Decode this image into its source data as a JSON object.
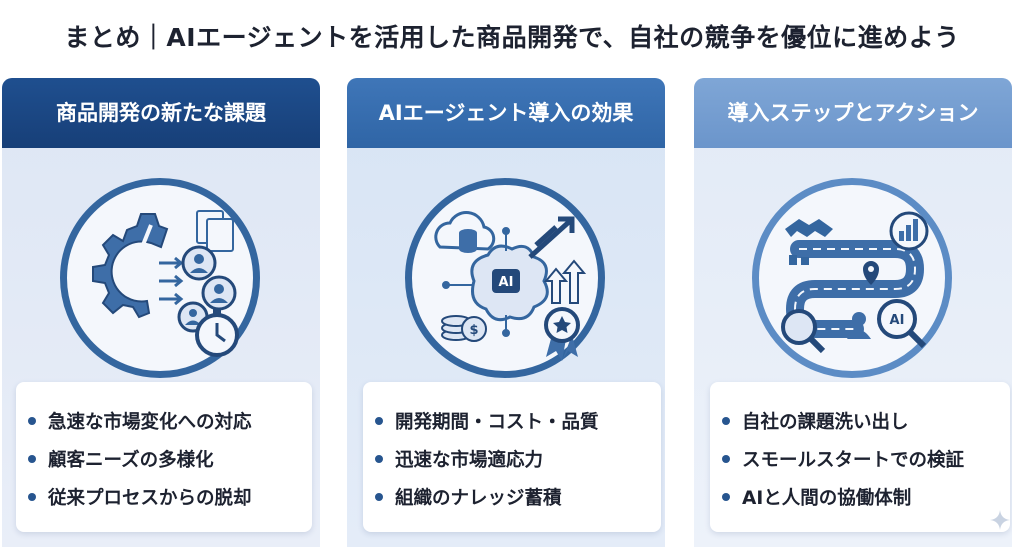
{
  "title": "まとめ｜AIエージェントを活用した商品開発で、自社の競争を優位に進めよう",
  "colors": {
    "panel1_header": "#1f4f8f",
    "panel2_header": "#3f76b8",
    "panel3_header": "#7fa6d6",
    "circle_border": "#34669f",
    "bullet": "#27558f"
  },
  "panels": [
    {
      "header": "商品開発の新たな課題",
      "icon": "gear-people-clock-icon",
      "items": [
        "急速な市場変化への対応",
        "顧客ニーズの多様化",
        "従来プロセスからの脱却"
      ]
    },
    {
      "header": "AIエージェント導入の効果",
      "icon": "ai-brain-growth-icon",
      "brain_label": "AI",
      "items": [
        "開発期間・コスト・品質",
        "迅速な市場適応力",
        "組織のナレッジ蓄積"
      ]
    },
    {
      "header": "導入ステップとアクション",
      "icon": "roadmap-handshake-icon",
      "badge_label": "AI",
      "items": [
        "自社の課題洗い出し",
        "スモールスタートでの検証",
        "AIと人間の協働体制"
      ]
    }
  ]
}
